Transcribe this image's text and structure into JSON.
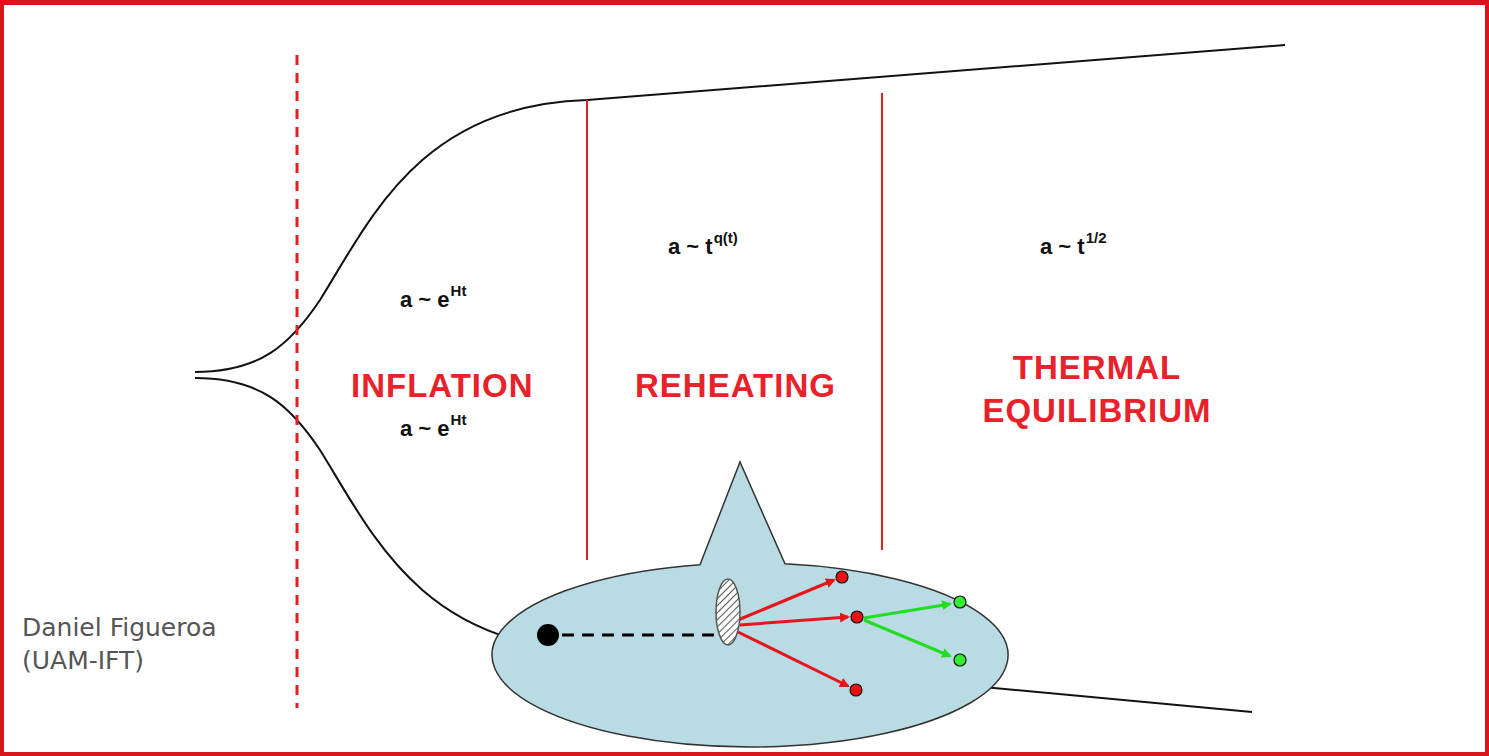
{
  "diagram": {
    "labels": [
      "a ~ e",
      "Ht",
      "a ~ e",
      "Ht",
      "a ~ t",
      "q(t)",
      "a ~ t",
      "1/2",
      "INFLATION",
      "REHEATING",
      "THERMAL EQUILIBRIUM",
      "Daniel Figueroa (UAM-IFT)"
    ]
  }
}
